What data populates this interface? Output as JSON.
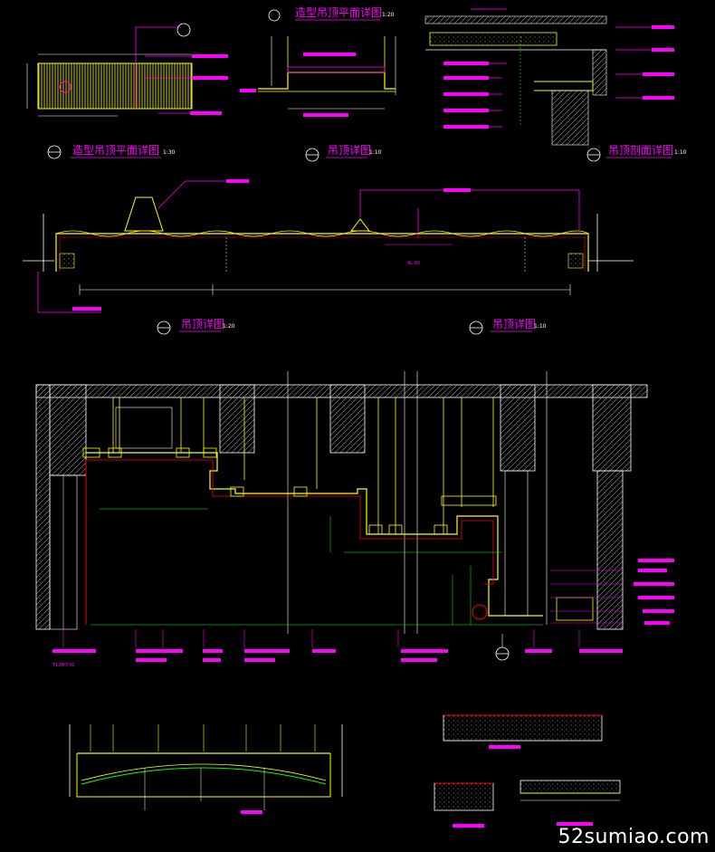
{
  "detail_titles": [
    {
      "id": "title-ceiling-plan",
      "text": "造型吊顶平面详图",
      "scale": "1:20"
    },
    {
      "id": "title-ceiling-plan-2",
      "text": "造型吊顶平面详图",
      "scale": "1:30"
    },
    {
      "id": "title-detail-a",
      "text": "吊顶详图",
      "scale": "1:10"
    },
    {
      "id": "title-section",
      "text": "吊顶剖面详图",
      "scale": "1:10"
    },
    {
      "id": "title-detail-b",
      "text": "吊顶详图",
      "scale": "1:20"
    },
    {
      "id": "title-detail-c",
      "text": "吊顶详图",
      "scale": "1:10"
    }
  ],
  "dimension_label": "4L.00",
  "ref_code": "T12MT-50",
  "watermark": "52sumiao.com",
  "colors": {
    "background": "#000000",
    "structure": "#ffffff",
    "frame": "#ffff00",
    "annotation": "#ff00ff",
    "dimension": "#00ff00",
    "finish": "#ff0000",
    "hatch": "#c0c0c0"
  }
}
